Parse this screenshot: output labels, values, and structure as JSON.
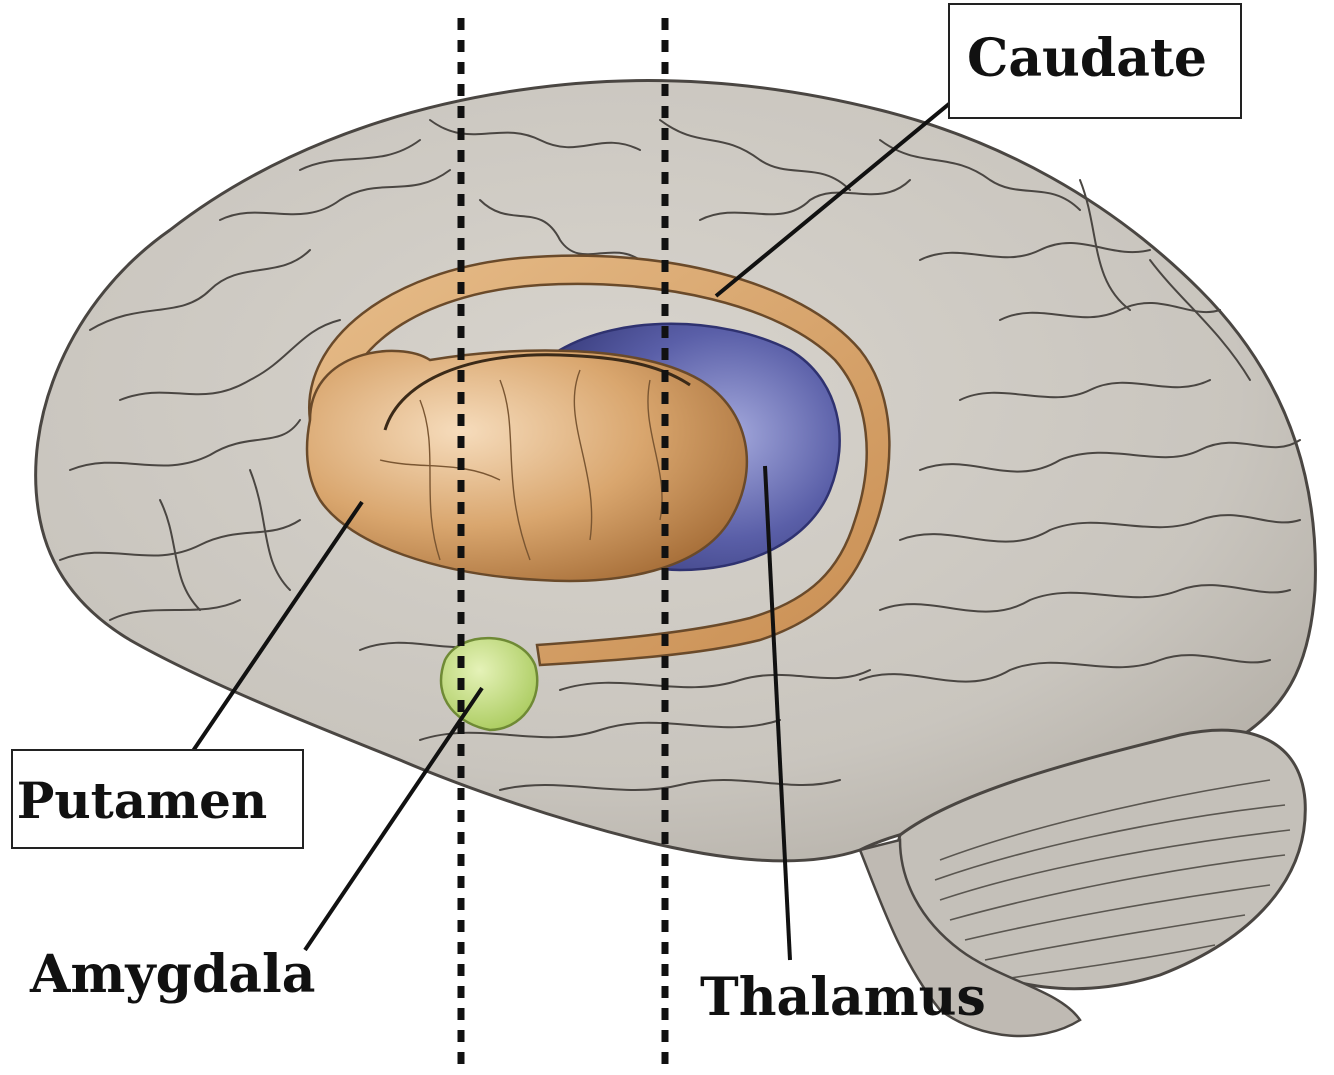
{
  "labels": {
    "caudate": "Caudate",
    "putamen": "Putamen",
    "amygdala": "Amygdala",
    "thalamus": "Thalamus"
  },
  "colors": {
    "cortex": "#cbc7c0",
    "cortex_outline": "#4a4642",
    "caudate_putamen": "#d9a66e",
    "thalamus": "#5a5fa8",
    "amygdala": "#c8e08a",
    "guide_lines": "#111111"
  }
}
